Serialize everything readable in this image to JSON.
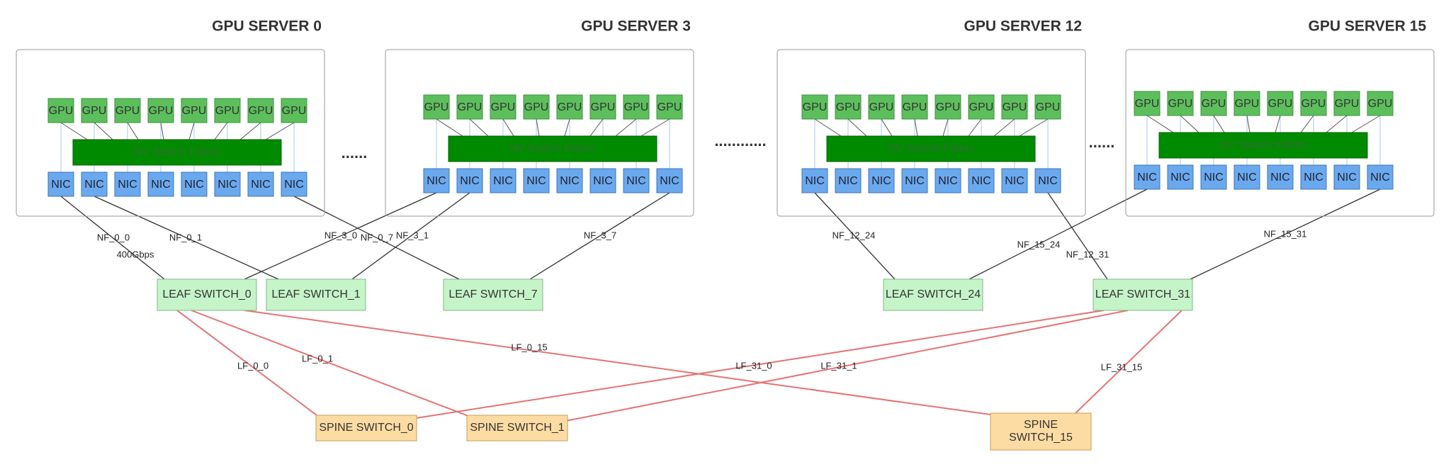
{
  "servers": [
    {
      "title": "GPU SERVER 0",
      "fabric": "NV Switch Fabric"
    },
    {
      "title": "GPU SERVER 3",
      "fabric": "NV Switch Fabric"
    },
    {
      "title": "GPU SERVER 12",
      "fabric": "NV Switch Fabric"
    },
    {
      "title": "GPU SERVER 15",
      "fabric": "NV Switch Fabric"
    }
  ],
  "gpu_label": "GPU",
  "nic_label": "NIC",
  "ellipses": [
    "......",
    "............",
    "......"
  ],
  "leaf_switches": [
    "LEAF SWITCH_0",
    "LEAF SWITCH_1",
    "LEAF SWITCH_7",
    "LEAF SWITCH_24",
    "LEAF SWITCH_31"
  ],
  "spine_switches": [
    [
      "SPINE SWITCH_0"
    ],
    [
      "SPINE SWITCH_1"
    ],
    [
      "SPINE",
      "SWITCH_15"
    ]
  ],
  "nic_links": [
    {
      "label": "NF_0_0",
      "sub": "400Gbps"
    },
    {
      "label": "NF_0_1"
    },
    {
      "label": "NF_0_7"
    },
    {
      "label": "NF_3_0"
    },
    {
      "label": "NF_3_1"
    },
    {
      "label": "NF_3_7"
    },
    {
      "label": "NF_12_24"
    },
    {
      "label": "NF_12_31"
    },
    {
      "label": "NF_15_24"
    },
    {
      "label": "NF_15_31"
    }
  ],
  "leaf_spine_links": [
    {
      "label": "LF_0_0"
    },
    {
      "label": "LF_0_1"
    },
    {
      "label": "LF_0_15"
    },
    {
      "label": "LF_31_0"
    },
    {
      "label": "LF_31_1"
    },
    {
      "label": "LF_31_15"
    }
  ],
  "colors": {
    "gpu_fill": "#5cbf5c",
    "gpu_stroke": "#3f8f3f",
    "fabric_fill": "#008a00",
    "fabric_text": "#2f6f2f",
    "nic_fill": "#6aa9ee",
    "nic_stroke": "#3f74b8",
    "leaf_fill": "#c5f4c8",
    "leaf_stroke": "#7fb883",
    "spine_fill": "#fddca3",
    "spine_stroke": "#c79c55",
    "server_stroke": "#999999",
    "nic_link": "#333333",
    "leaf_spine_link": "#e57373",
    "internal_link": "#a9c8ee"
  }
}
